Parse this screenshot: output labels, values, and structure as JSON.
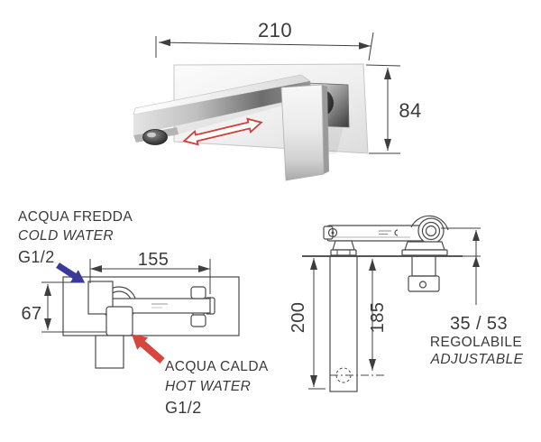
{
  "colors": {
    "line": "#3f3f3f",
    "text": "#3a3a3a",
    "cold_arrow_blue": "#3b3a9b",
    "hot_arrow_red": "#d8453c",
    "swivel_arrow_red": "#cf4038"
  },
  "top_render": {
    "width_dim": "210",
    "height_dim": "84"
  },
  "plan_view": {
    "width_dim": "155",
    "height_dim": "67",
    "cold_label": [
      "ACQUA FREDDA",
      "COLD WATER",
      "G1/2"
    ],
    "hot_label": [
      "ACQUA CALDA",
      "HOT WATER",
      "G1/2"
    ]
  },
  "side_view": {
    "total_height_dim": "200",
    "outlet_height_dim": "185",
    "depth_dim": "35 / 53",
    "depth_note_it": "REGOLABILE",
    "depth_note_en": "ADJUSTABLE"
  }
}
